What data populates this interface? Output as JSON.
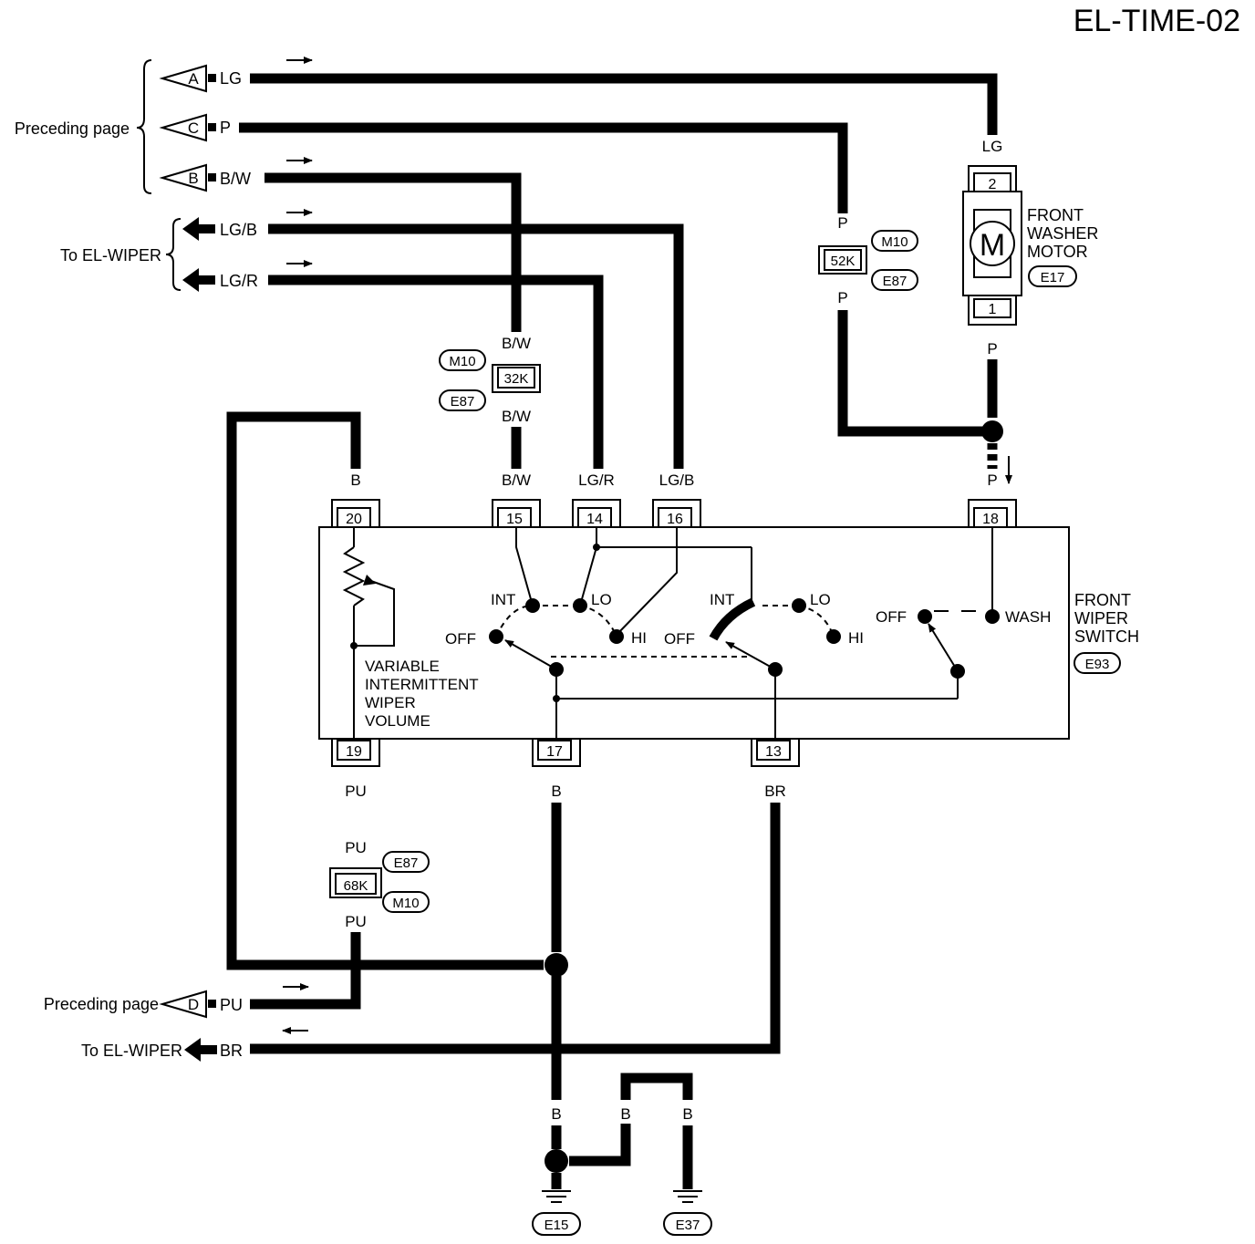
{
  "page_title": "EL-TIME-02",
  "side_labels": {
    "preceding_page_top": "Preceding page",
    "to_el_wiper_top": "To EL-WIPER",
    "preceding_page_bottom": "Preceding page",
    "to_el_wiper_bottom": "To EL-WIPER"
  },
  "connectors": {
    "A": "A",
    "C": "C",
    "B": "B",
    "D": "D"
  },
  "wires": {
    "lg": "LG",
    "p": "P",
    "bw": "B/W",
    "lgb": "LG/B",
    "lgr": "LG/R",
    "b": "B",
    "pu": "PU",
    "br": "BR"
  },
  "joint_connectors": {
    "jc_52k": "52K",
    "jc_32k": "32K",
    "jc_68k": "68K"
  },
  "connector_ids": {
    "m10": "M10",
    "e87": "E87",
    "e17": "E17",
    "e93": "E93",
    "e15": "E15",
    "e37": "E37"
  },
  "washer_motor": {
    "label_1": "FRONT",
    "label_2": "WASHER",
    "label_3": "MOTOR",
    "symbol": "M",
    "pin_top": "2",
    "pin_bottom": "1"
  },
  "wiper_switch": {
    "label_1": "FRONT",
    "label_2": "WIPER",
    "label_3": "SWITCH",
    "pins": {
      "p20": "20",
      "p15": "15",
      "p14": "14",
      "p16": "16",
      "p18": "18",
      "p19": "19",
      "p17": "17",
      "p13": "13"
    },
    "positions": {
      "int": "INT",
      "lo": "LO",
      "hi": "HI",
      "off": "OFF",
      "wash": "WASH"
    },
    "volume_1": "VARIABLE",
    "volume_2": "INTERMITTENT",
    "volume_3": "WIPER",
    "volume_4": "VOLUME"
  }
}
